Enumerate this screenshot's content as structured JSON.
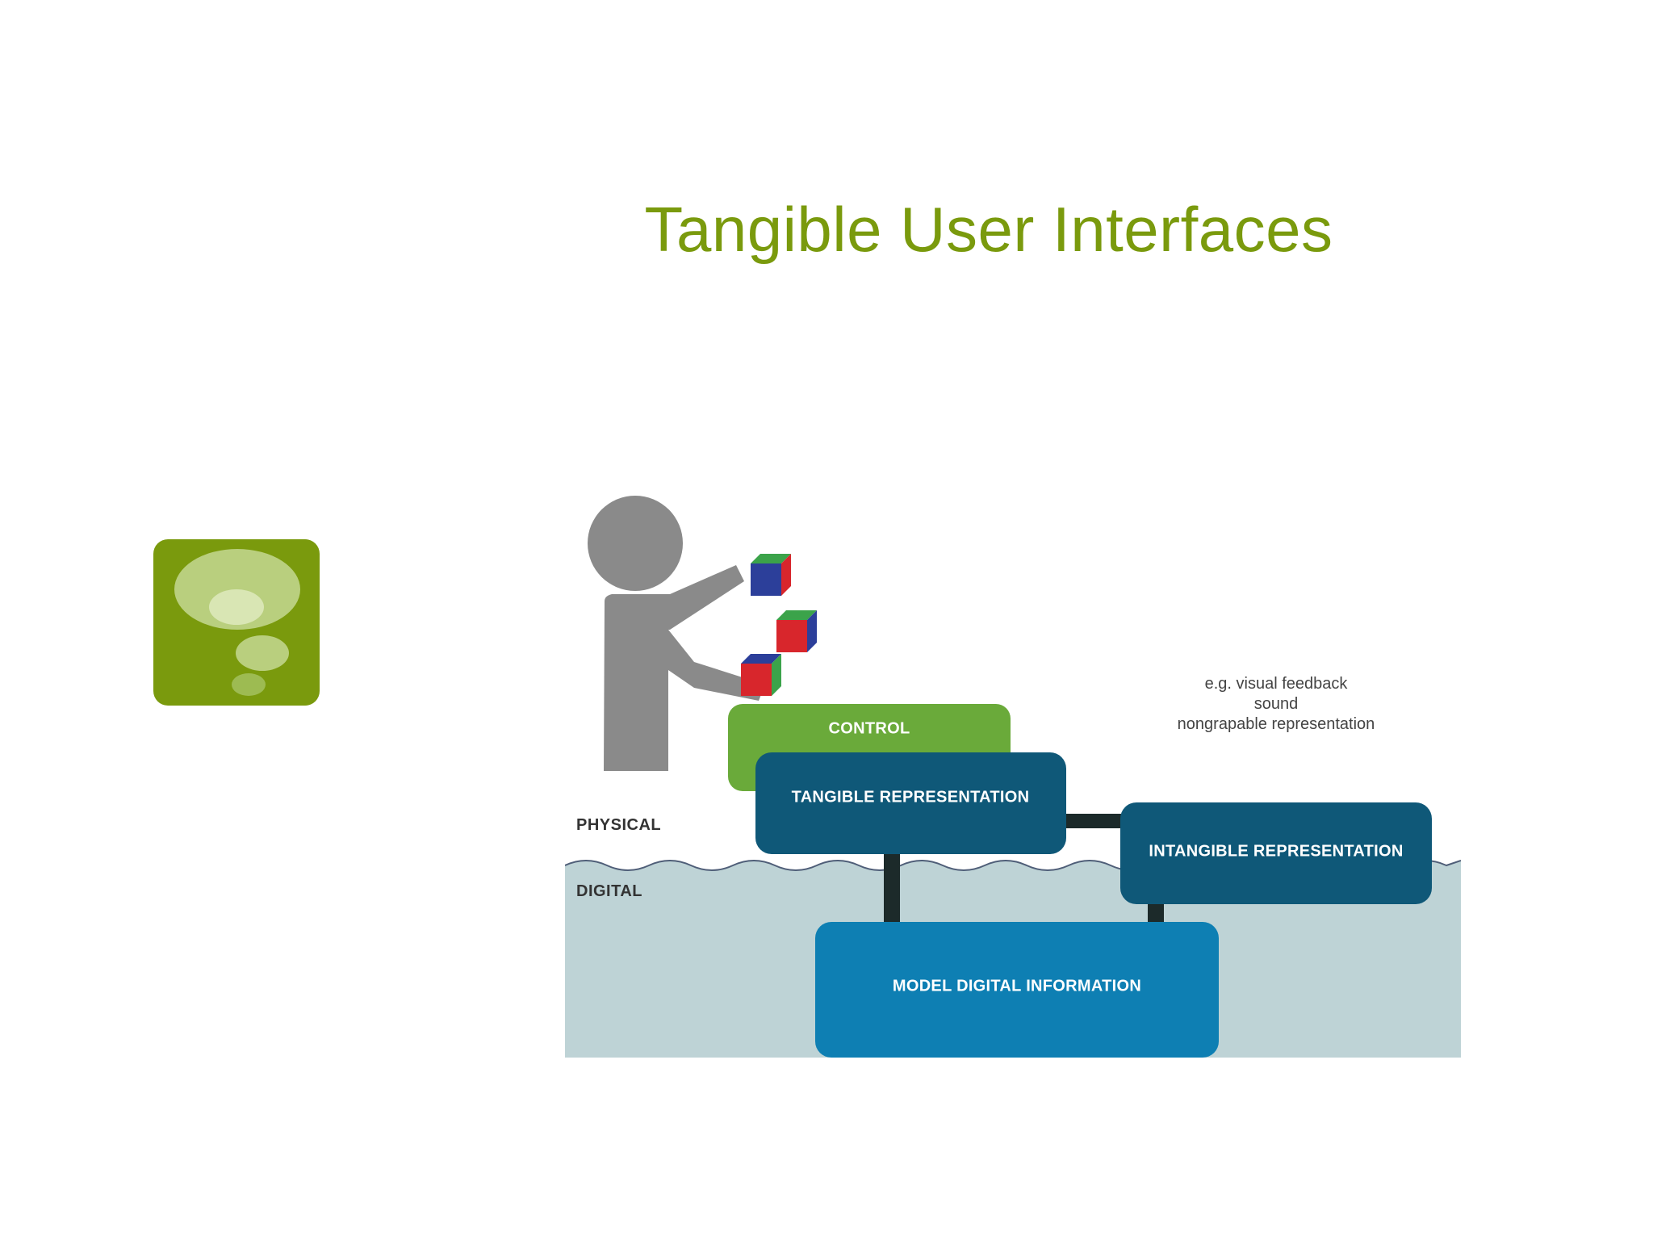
{
  "slide": {
    "title": "Tangible User Interfaces",
    "title_color": "#7a9a0d"
  },
  "logo": {
    "icon": "thought-bubble-icon",
    "background_color": "#7a9a0d"
  },
  "diagram": {
    "boxes": {
      "control": "CONTROL",
      "tangible": "TANGIBLE REPRESENTATION",
      "intangible": "INTANGIBLE REPRESENTATION",
      "model": "MODEL DIGITAL INFORMATION"
    },
    "layers": {
      "physical": "PHYSICAL",
      "digital": "DIGITAL"
    },
    "note_lines": [
      "e.g. visual feedback",
      "sound",
      "nongrapable representation"
    ],
    "colors": {
      "control": "#6aaa3a",
      "tangible": "#0f5878",
      "intangible": "#0f5878",
      "model": "#0e7fb3",
      "digital_water": "#bed3d6",
      "person": "#8a8a8a",
      "connector": "#1c2a2a"
    },
    "icons": [
      "person-figure-icon",
      "cube-icon"
    ]
  }
}
